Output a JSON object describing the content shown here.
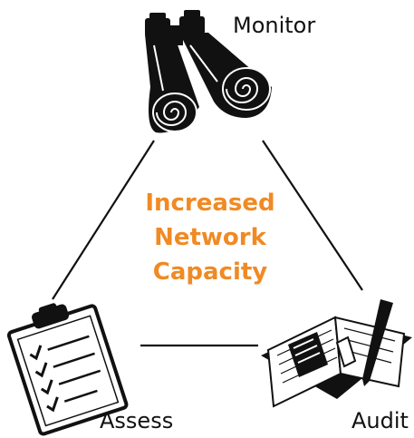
{
  "diagram": {
    "center_text": {
      "line1": "Increased",
      "line2": "Network",
      "line3": "Capacity",
      "color": "#f08a24"
    },
    "nodes": {
      "monitor": {
        "label": "Monitor",
        "icon": "binoculars-icon"
      },
      "assess": {
        "label": "Assess",
        "icon": "clipboard-checklist-icon"
      },
      "audit": {
        "label": "Audit",
        "icon": "open-notebook-icon"
      }
    }
  }
}
